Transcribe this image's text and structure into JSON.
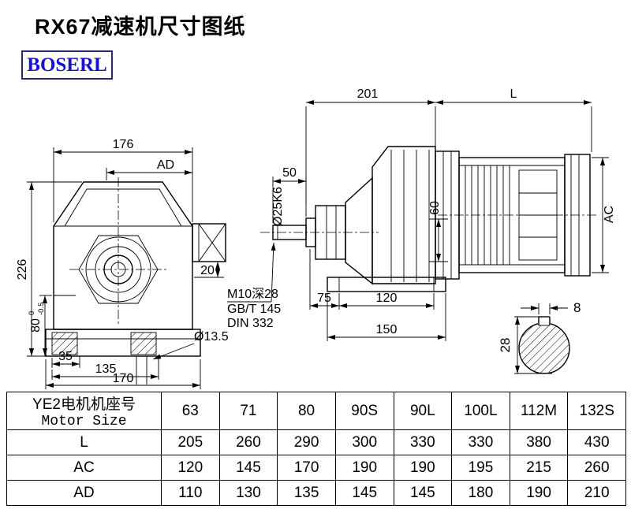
{
  "page": {
    "title": "RX67减速机尺寸图纸",
    "logo": "BOSERL"
  },
  "front_view": {
    "dim_176": "176",
    "dim_ad": "AD",
    "dim_226": "226",
    "dim_80": "80",
    "tol_upper": "0",
    "tol_lower": "-0.5",
    "dim_35": "35",
    "dim_135": "135",
    "dim_170": "170",
    "dim_20": "20",
    "hole_label": "Ø13.5"
  },
  "side_view": {
    "dim_201": "201",
    "dim_L": "L",
    "dim_50": "50",
    "shaft_label": "Ø25K6",
    "dim_60": "60",
    "dim_AC": "AC",
    "thread_note_1": "M10深28",
    "thread_note_2": "GB/T 145",
    "thread_note_3": "DIN 332",
    "dim_75": "75",
    "dim_120": "120",
    "dim_150": "150"
  },
  "shaft_section": {
    "dim_key_width": "8",
    "dim_28": "28"
  },
  "size_table": {
    "header_cn": "YE2电机机座号",
    "header_en": "Motor Size",
    "sizes": [
      "63",
      "71",
      "80",
      "90S",
      "90L",
      "100L",
      "112M",
      "132S"
    ],
    "rows": [
      {
        "label": "L",
        "values": [
          "205",
          "260",
          "290",
          "300",
          "330",
          "330",
          "380",
          "430"
        ]
      },
      {
        "label": "AC",
        "values": [
          "120",
          "145",
          "170",
          "190",
          "190",
          "195",
          "215",
          "260"
        ]
      },
      {
        "label": "AD",
        "values": [
          "110",
          "130",
          "135",
          "145",
          "145",
          "180",
          "190",
          "210"
        ]
      }
    ]
  },
  "colors": {
    "line": "#000000",
    "logo_text": "#1512cf",
    "logo_border": "#2a2a6a",
    "background": "#ffffff"
  }
}
